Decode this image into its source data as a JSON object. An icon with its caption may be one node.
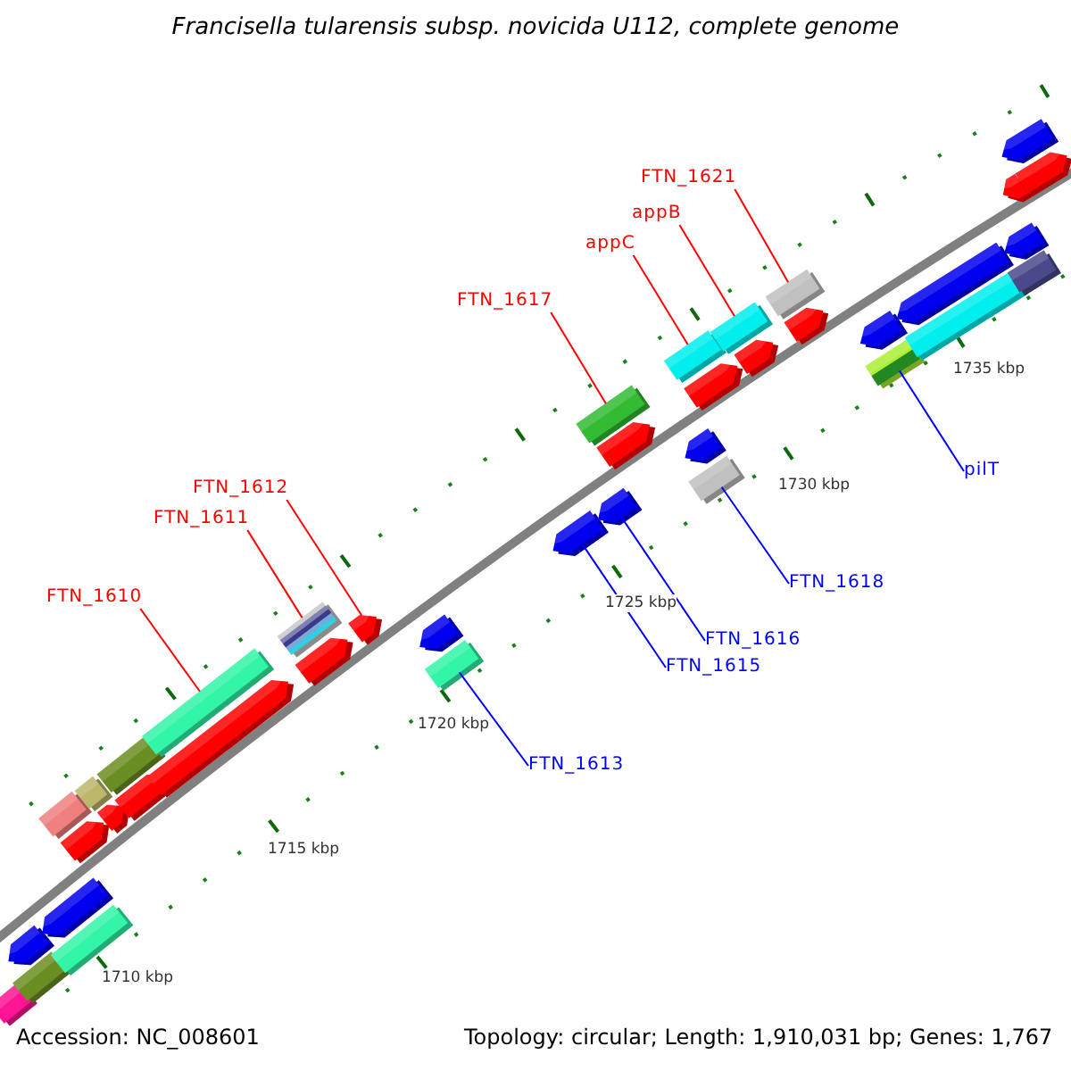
{
  "diagram": {
    "title": "Francisella tularensis subsp. novicida U112, complete genome",
    "nodes": [
      {
        "text": [
          "FTN_1610"
        ]
      },
      {
        "text": [
          "FTN_1611"
        ]
      },
      {
        "text": [
          "FTN_1612"
        ]
      },
      {
        "text": [
          "FTN_1617"
        ]
      },
      {
        "text": [
          "appC"
        ]
      },
      {
        "text": [
          "appB"
        ]
      },
      {
        "text": [
          "FTN_1621"
        ]
      },
      {
        "text": [
          "FTN_1613"
        ]
      },
      {
        "text": [
          "FTN_1615"
        ]
      },
      {
        "text": [
          "FTN_1616"
        ]
      },
      {
        "text": [
          "FTN_1618"
        ]
      },
      {
        "text": [
          "pilT"
        ]
      },
      {
        "text": [],
        "shape": "box"
      },
      {
        "text": [],
        "shape": "pentagon"
      },
      {
        "text": [],
        "shape": "box"
      },
      {
        "text": [],
        "shape": "box"
      },
      {
        "text": [],
        "shape": "pentagon"
      },
      {
        "text": [],
        "shape": "pentagon"
      },
      {
        "text": [],
        "shape": "box"
      },
      {
        "text": [],
        "shape": "box"
      },
      {
        "text": [],
        "shape": "pentagon"
      },
      {
        "text": [],
        "shape": "box"
      },
      {
        "text": [],
        "shape": "pentagon"
      },
      {
        "text": [],
        "shape": "box"
      },
      {
        "text": [],
        "shape": "pentagon"
      },
      {
        "text": [],
        "shape": "box"
      },
      {
        "text": [],
        "shape": "pentagon"
      },
      {
        "text": [],
        "shape": "pentagon"
      },
      {
        "text": [],
        "shape": "pentagon"
      },
      {
        "text": [],
        "shape": "box"
      },
      {
        "text": [],
        "shape": "pentagon"
      },
      {
        "text": [],
        "shape": "box"
      },
      {
        "text": [],
        "shape": "pentagon"
      },
      {
        "text": [],
        "shape": "pentagon"
      },
      {
        "text": [],
        "shape": "box"
      },
      {
        "text": [],
        "shape": "pentagon"
      },
      {
        "text": [],
        "shape": "pentagon"
      },
      {
        "text": [],
        "shape": "box"
      },
      {
        "text": [],
        "shape": "box"
      },
      {
        "text": [],
        "shape": "pentagon"
      },
      {
        "text": [],
        "shape": "box"
      },
      {
        "text": [],
        "shape": "pentagon"
      },
      {
        "text": [],
        "shape": "pentagon"
      },
      {
        "text": [],
        "shape": "box"
      },
      {
        "text": [],
        "shape": "pentagon"
      },
      {
        "text": [],
        "shape": "box"
      },
      {
        "text": [],
        "shape": "pentagon"
      },
      {
        "text": [],
        "shape": "pentagon"
      },
      {
        "text": [],
        "shape": "pentagon"
      },
      {
        "text": [],
        "shape": "box"
      },
      {
        "text": [],
        "shape": "pentagon"
      }
    ],
    "edges": [
      {
        "from": 0,
        "to": 23,
        "arrow": "none"
      },
      {
        "from": 1,
        "to": 25,
        "arrow": "none"
      },
      {
        "from": 2,
        "to": 27,
        "arrow": "none"
      },
      {
        "from": 3,
        "to": 31,
        "arrow": "none"
      },
      {
        "from": 4,
        "to": 34,
        "arrow": "none"
      },
      {
        "from": 5,
        "to": 38,
        "arrow": "none"
      },
      {
        "from": 6,
        "to": 40,
        "arrow": "none"
      },
      {
        "from": 7,
        "to": 29,
        "arrow": "none",
        "color": "#0000ff"
      },
      {
        "from": 8,
        "to": 30,
        "arrow": "none",
        "color": "#0000ff"
      },
      {
        "from": 9,
        "to": 32,
        "arrow": "none",
        "color": "#0000ff"
      },
      {
        "from": 10,
        "to": 37,
        "arrow": "none",
        "color": "#0000ff"
      },
      {
        "from": 11,
        "to": 43,
        "arrow": "none",
        "color": "#0000ff"
      }
    ],
    "labels": [
      "1710 kbp",
      "1715 kbp",
      "1720 kbp",
      "1725 kbp",
      "1730 kbp",
      "1735 kbp",
      "Accession: NC_008601",
      "Topology: circular; Length: 1,910,031 bp; Genes: 1,767"
    ]
  }
}
